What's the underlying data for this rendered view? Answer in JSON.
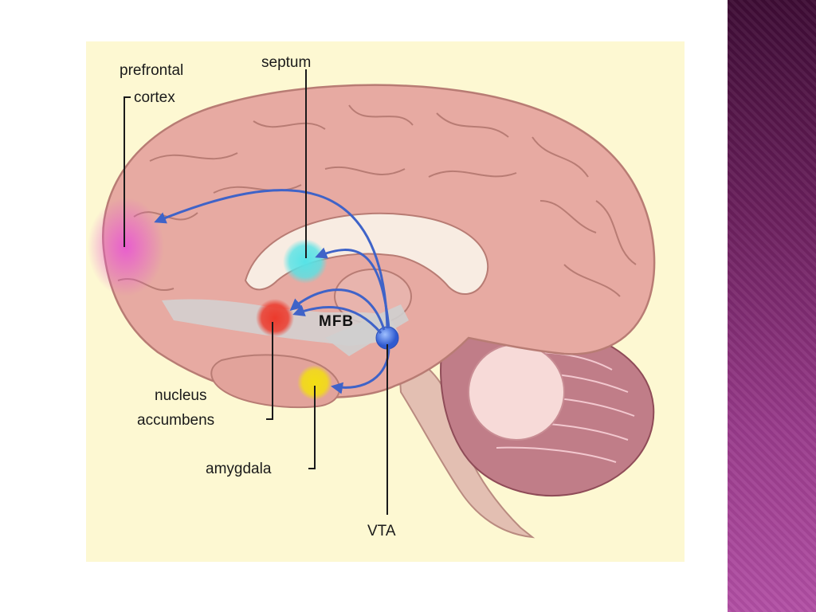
{
  "labels": {
    "prefrontal_1": "prefrontal",
    "prefrontal_2": "cortex",
    "septum": "septum",
    "mfb": "MFB",
    "nucleus_1": "nucleus",
    "nucleus_2": "accumbens",
    "amygdala": "amygdala",
    "vta": "VTA"
  },
  "colors": {
    "prefrontal": "#e85ad0",
    "septum": "#56e3e6",
    "nucleus_accumbens": "#ec3a2c",
    "amygdala": "#f3de12",
    "vta": "#3f6fe0",
    "pathway": "#3f63c8",
    "panel_background": "#fdf8d2",
    "brain": "#e7aaa2"
  }
}
